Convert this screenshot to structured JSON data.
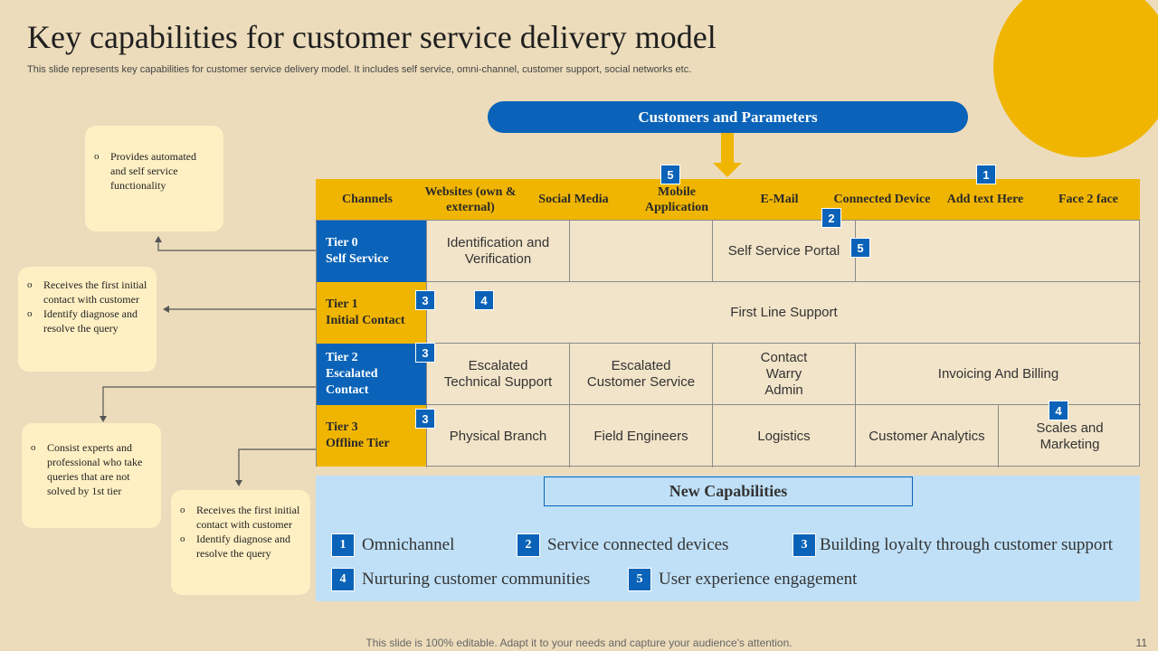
{
  "slide": {
    "title": "Key capabilities for customer service delivery model",
    "subtitle": "This slide represents key capabilities for customer service delivery model. It includes self service, omni-channel, customer support, social networks etc.",
    "banner": "Customers and Parameters",
    "footer": "This slide is 100% editable. Adapt it to your needs and capture your audience's attention.",
    "page_number": "11",
    "colors": {
      "background": "#ecdcbb",
      "accent_gold": "#f0b500",
      "accent_blue": "#0a63b8",
      "panel_blue": "#bfe0f7",
      "note_bg": "#fff0c4"
    }
  },
  "notes": {
    "note1": [
      "Provides automated and self service functionality"
    ],
    "note2": [
      "Receives the first initial contact with customer",
      "Identify diagnose and resolve the query"
    ],
    "note3": [
      "Consist experts and professional who take queries that are not solved by 1st tier"
    ],
    "note4": [
      "Receives the first initial contact with customer",
      "Identify diagnose and resolve the query"
    ]
  },
  "header": {
    "channels": "Channels",
    "websites": "Websites (own & external)",
    "social": "Social Media",
    "mobile": "Mobile Application",
    "email": "E-Mail",
    "connected": "Connected Device",
    "add_text": "Add text Here",
    "face": "Face 2 face"
  },
  "tiers": {
    "t0": {
      "name": "Tier 0",
      "desc": "Self Service"
    },
    "t1": {
      "name": "Tier 1",
      "desc": "Initial Contact"
    },
    "t2": {
      "name": "Tier 2",
      "desc": "Escalated Contact"
    },
    "t3": {
      "name": "Tier 3",
      "desc": "Offline Tier"
    }
  },
  "cells": {
    "ident": "Identification and Verification",
    "self_portal": "Self Service Portal",
    "first_line": "First Line Support",
    "esc_tech": "Escalated Technical Support",
    "esc_cust": "Escalated Customer Service",
    "contact_warry": "Contact Warry Admin",
    "invoicing": "Invoicing And Billing",
    "physical": "Physical Branch",
    "field": "Field Engineers",
    "logistics": "Logistics",
    "analytics": "Customer Analytics",
    "scales": "Scales and Marketing"
  },
  "badges": {
    "mobile": "5",
    "add_text": "1",
    "email": "2",
    "self_portal": "5",
    "t1": "3",
    "t1_extra": "4",
    "t2": "3",
    "t3": "3",
    "scales": "4"
  },
  "capabilities": {
    "title": "New Capabilities",
    "items": [
      {
        "num": "1",
        "label": "Omnichannel"
      },
      {
        "num": "2",
        "label": "Service connected devices"
      },
      {
        "num": "3",
        "label": "Building  loyalty through customer support"
      },
      {
        "num": "4",
        "label": "Nurturing  customer communities"
      },
      {
        "num": "5",
        "label": "User experience engagement"
      }
    ]
  }
}
